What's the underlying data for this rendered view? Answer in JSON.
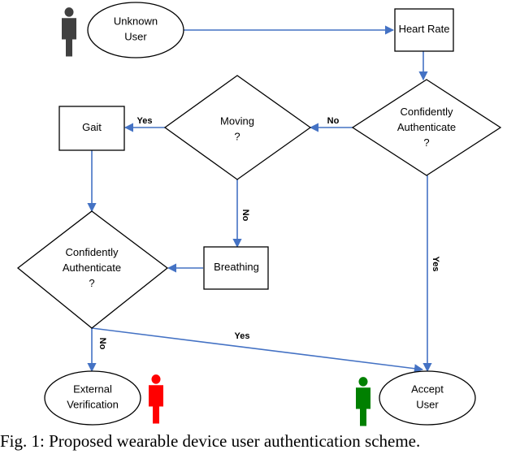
{
  "colors": {
    "edge": "#4472c4",
    "unknown_person": "#404040",
    "reject_person": "#ff0000",
    "accept_person": "#008000"
  },
  "nodes": {
    "unknown_user": [
      "Unknown",
      "User"
    ],
    "heart_rate": [
      "Heart Rate"
    ],
    "confident_1": [
      "Confidently",
      "Authenticate",
      "?"
    ],
    "moving": [
      "Moving",
      "?"
    ],
    "gait": [
      "Gait"
    ],
    "confident_2": [
      "Confidently",
      "Authenticate",
      "?"
    ],
    "breathing": [
      "Breathing"
    ],
    "external_verification": [
      "External",
      "Verification"
    ],
    "accept_user": [
      "Accept",
      "User"
    ]
  },
  "edge_labels": {
    "confident1_no": "No",
    "moving_yes": "Yes",
    "moving_no": "No",
    "confident1_yes": "Yes",
    "confident2_no": "No",
    "confident2_yes": "Yes"
  },
  "icons": {
    "unknown": "person-icon",
    "reject": "person-icon",
    "accept": "person-icon"
  },
  "caption": "Fig. 1: Proposed wearable device user authentication scheme."
}
